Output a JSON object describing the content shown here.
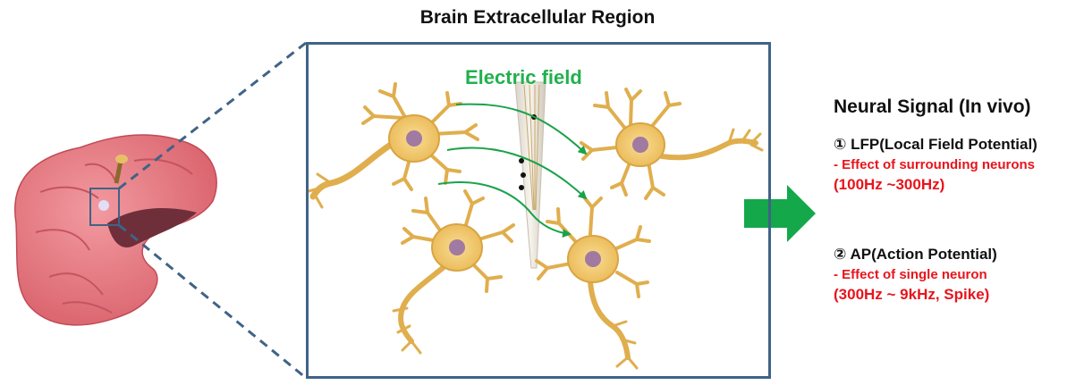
{
  "title": "Brain Extracellular Region",
  "field_label": "Electric field",
  "signal_panel": {
    "title": "Neural Signal (In vivo)",
    "items": [
      {
        "heading": "① LFP(Local Field Potential)",
        "description": "- Effect of surrounding neurons",
        "range": "(100Hz ~300Hz)"
      },
      {
        "heading": "② AP(Action Potential)",
        "description": "- Effect of single neuron",
        "range": "(300Hz ~ 9kHz, Spike)"
      }
    ]
  },
  "colors": {
    "box_border": "#3f6387",
    "field_label": "#22b04e",
    "field_arrows": "#1aa24a",
    "neuron_body": "#f0c66a",
    "neuron_nucleus": "#a07aa0",
    "highlight_text": "#e8141c",
    "big_arrow": "#14a84a",
    "brain": "#e8737c"
  }
}
